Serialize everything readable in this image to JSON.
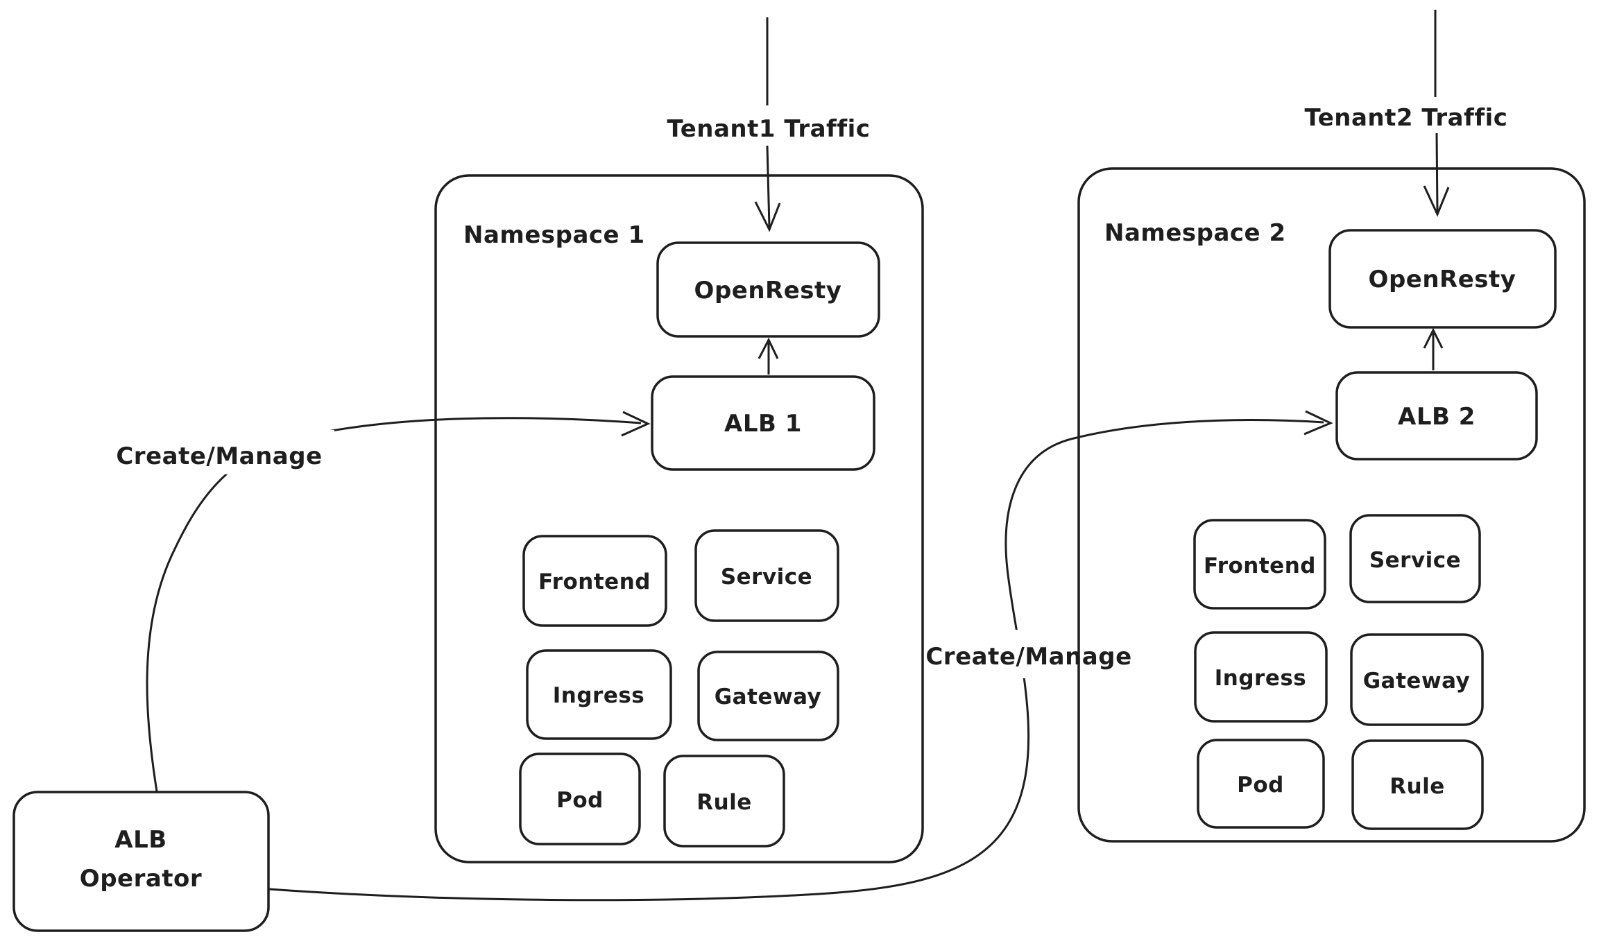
{
  "diagram": {
    "title": "ALB Operator multi-tenant namespaces diagram",
    "colors": {
      "stroke": "#1e1e1e",
      "namespace_hatch": "#ffdf93",
      "operator_hatch": "#ffbdbd",
      "green_box": "#a9ecb3",
      "blue_box": "#a2d6fa",
      "background": "#ffffff"
    },
    "namespace1": {
      "label": "Namespace 1",
      "openresty": "OpenResty",
      "alb": "ALB 1",
      "resources": [
        "Frontend",
        "Service",
        "Ingress",
        "Gateway",
        "Pod",
        "Rule"
      ]
    },
    "namespace2": {
      "label": "Namespace 2",
      "openresty": "OpenResty",
      "alb": "ALB 2",
      "resources": [
        "Frontend",
        "Service",
        "Ingress",
        "Gateway",
        "Pod",
        "Rule"
      ]
    },
    "operator": {
      "line1": "ALB",
      "line2": "Operator"
    },
    "arrows": {
      "tenant1": "Tenant1 Traffic",
      "tenant2": "Tenant2 Traffic",
      "create_manage_left": "Create/Manage",
      "create_manage_right": "Create/Manage"
    }
  }
}
